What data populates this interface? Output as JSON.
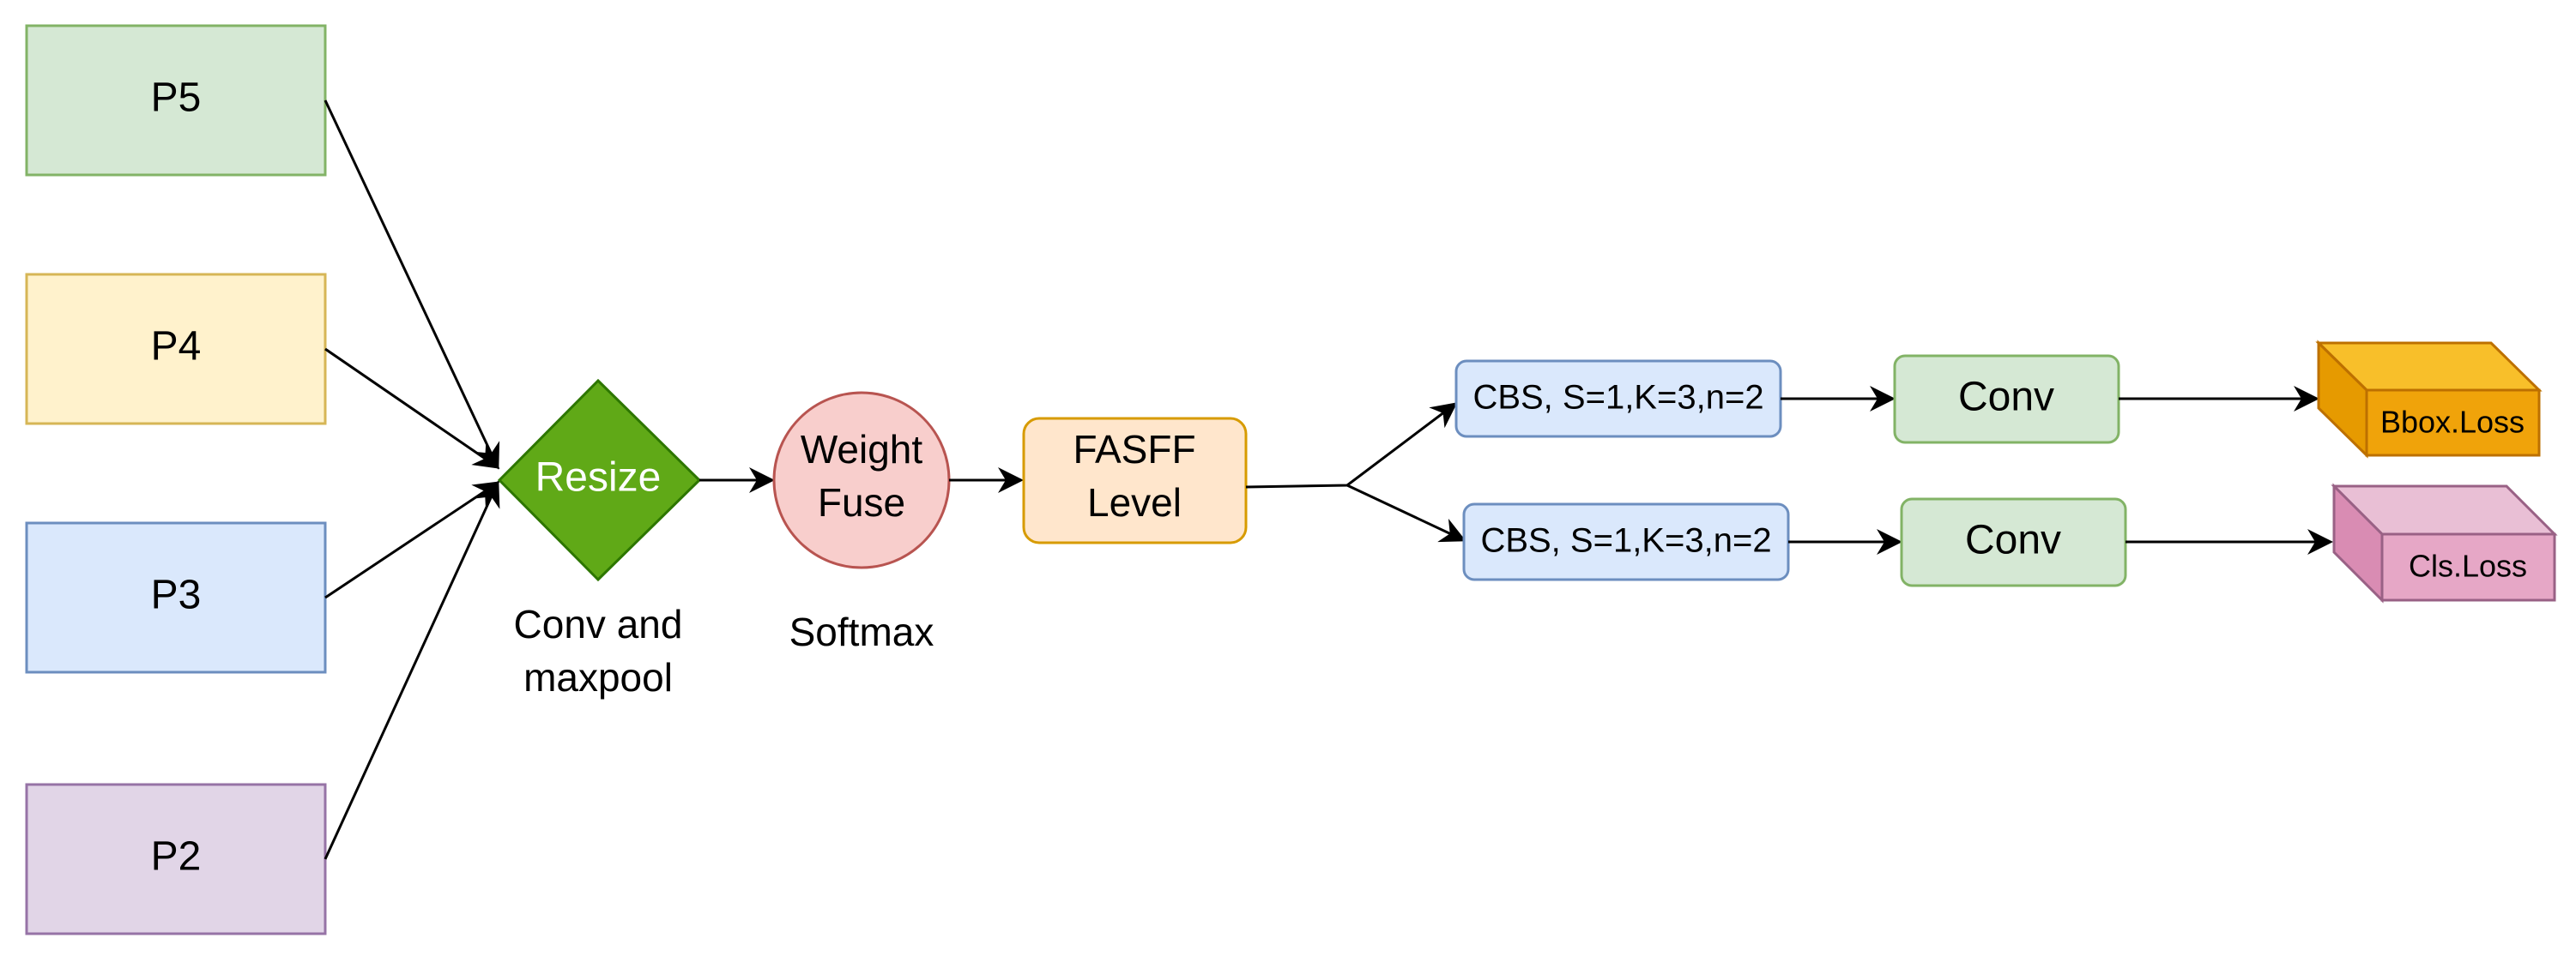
{
  "inputs": {
    "p5": "P5",
    "p4": "P4",
    "p3": "P3",
    "p2": "P2"
  },
  "resize": {
    "label": "Resize",
    "caption_line1": "Conv and",
    "caption_line2": "maxpool"
  },
  "weight_fuse": {
    "line1": "Weight",
    "line2": "Fuse",
    "caption": "Softmax"
  },
  "fasff": {
    "line1": "FASFF",
    "line2": "Level"
  },
  "bbox_branch": {
    "cbs": "CBS, S=1,K=3,n=2",
    "conv": "Conv",
    "loss": "Bbox.Loss"
  },
  "cls_branch": {
    "cbs": "CBS, S=1,K=3,n=2",
    "conv": "Conv",
    "loss": "Cls.Loss"
  },
  "colors": {
    "p5_fill": "#d5e8d4",
    "p5_stroke": "#82b366",
    "p4_fill": "#fff2cc",
    "p4_stroke": "#d6b656",
    "p3_fill": "#dae8fc",
    "p3_stroke": "#6c8ebf",
    "p2_fill": "#e1d5e7",
    "p2_stroke": "#9673a6",
    "resize_fill": "#60a917",
    "fuse_fill": "#f8cecc",
    "fuse_stroke": "#b85450",
    "fasff_fill": "#ffe6cc",
    "fasff_stroke": "#d79b00",
    "bbox_loss_fill": "#f0a30a",
    "cls_loss_fill": "#e6a7c6"
  }
}
